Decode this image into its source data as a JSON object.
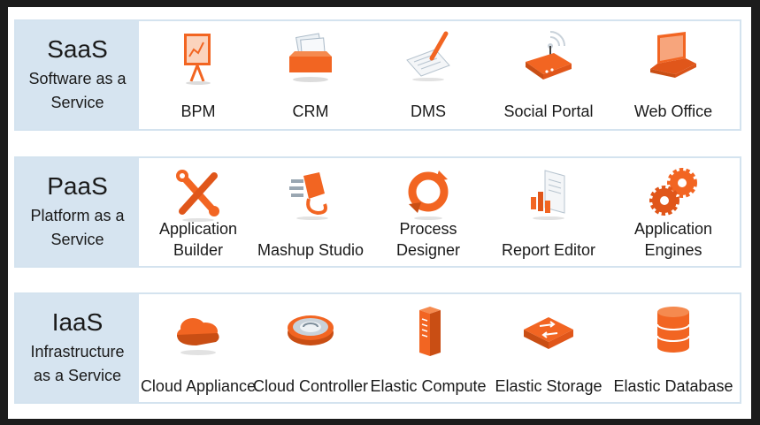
{
  "colors": {
    "accent": "#f26522",
    "header_bg": "#d6e4f0",
    "border": "#d4e3ef"
  },
  "rows": [
    {
      "abbr": "SaaS",
      "desc": "Software as a Service",
      "items": [
        {
          "label": "BPM",
          "icon": "presentation-board-icon"
        },
        {
          "label": "CRM",
          "icon": "card-file-icon"
        },
        {
          "label": "DMS",
          "icon": "document-pen-icon"
        },
        {
          "label": "Social Portal",
          "icon": "wireless-router-icon"
        },
        {
          "label": "Web Office",
          "icon": "laptop-icon"
        }
      ]
    },
    {
      "abbr": "PaaS",
      "desc": "Platform as a Service",
      "items": [
        {
          "label": "Application Builder",
          "icon": "wrench-tools-icon"
        },
        {
          "label": "Mashup Studio",
          "icon": "plug-icon"
        },
        {
          "label": "Process Designer",
          "icon": "cycle-arrows-icon"
        },
        {
          "label": "Report Editor",
          "icon": "report-chart-icon"
        },
        {
          "label": "Application Engines",
          "icon": "gears-icon"
        }
      ]
    },
    {
      "abbr": "IaaS",
      "desc": "Infrastructure as a Service",
      "items": [
        {
          "label": "Cloud Appliance",
          "icon": "cloud-icon"
        },
        {
          "label": "Cloud Controller",
          "icon": "controller-disc-icon"
        },
        {
          "label": "Elastic Compute",
          "icon": "server-tower-icon"
        },
        {
          "label": "Elastic Storage",
          "icon": "network-switch-icon"
        },
        {
          "label": "Elastic Database",
          "icon": "database-cylinder-icon"
        }
      ]
    }
  ]
}
